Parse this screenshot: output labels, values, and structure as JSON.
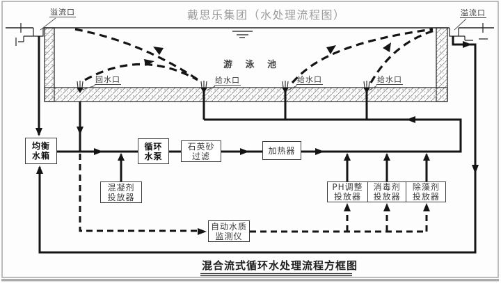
{
  "title": "戴思乐集团（水处理流程图）",
  "caption": "混合流式循环水处理流程方框图",
  "pool": {
    "name": "游 泳 池",
    "overflow_left": "溢流口",
    "overflow_right": "溢流口",
    "return_port": "回水口",
    "supply_port_1": "给水口",
    "supply_port_2": "给水口",
    "supply_port_3": "给水口"
  },
  "boxes": {
    "balance_tank": {
      "line1": "均衡",
      "line2": "水箱"
    },
    "circulation_pump": {
      "line1": "循环",
      "line2": "水泵"
    },
    "sand_filter": {
      "line1": "石英砂",
      "line2": "过滤"
    },
    "heater": {
      "label": "加热器"
    },
    "coagulant_doser": {
      "line1": "混凝剂",
      "line2": "投放器"
    },
    "ph_doser": {
      "line1": "PH调整",
      "line2": "投放器"
    },
    "disinfectant_doser": {
      "line1": "消毒剂",
      "line2": "投放器"
    },
    "algaecide_doser": {
      "line1": "除藻剂",
      "line2": "投放器"
    },
    "water_quality_monitor": {
      "line1": "自动水质",
      "line2": "监测仪"
    }
  },
  "colors": {
    "line": "#141414",
    "box_border": "#3a3a3a",
    "label_text": "#3a3a3a",
    "title_text": "#9b9b9b",
    "caption_text": "#1f1f1f",
    "frame": "#a6a6a6"
  }
}
